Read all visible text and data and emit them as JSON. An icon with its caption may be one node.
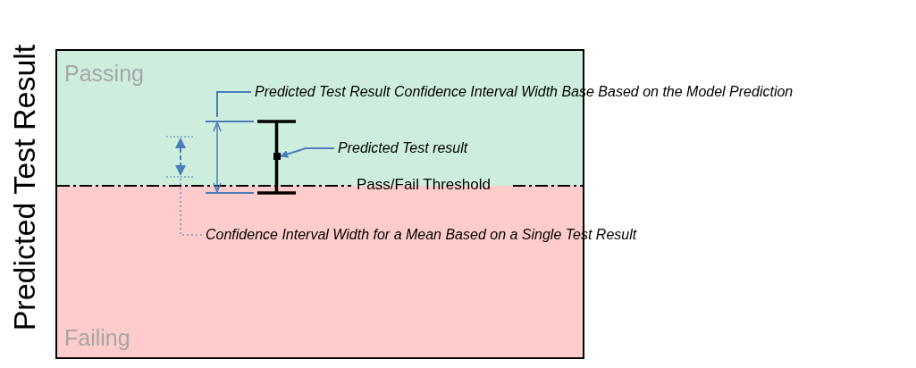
{
  "diagram": {
    "nodes": [
      {
        "text": [
          "Passing"
        ]
      },
      {
        "text": [
          "Failing"
        ]
      },
      {
        "text": [
          "Predicted Test Result Confidence Interval Width Base Based on the Model Prediction"
        ]
      },
      {
        "text": [],
        "shape": "bar",
        "in": 0
      },
      {
        "text": [],
        "shape": "bar"
      },
      {
        "text": [],
        "shape": "bar"
      },
      {
        "text": [],
        "shape": "box",
        "in": 5
      },
      {
        "text": [
          "Predicted Test result"
        ],
        "in": 0
      },
      {
        "text": [
          "Confidence Interval Width for a Mean Based on a Single Test Result"
        ]
      }
    ],
    "edges": [
      {
        "from": 2,
        "to": 4,
        "arrow": "none"
      },
      {
        "from": 7,
        "to": 6,
        "arrow": "to"
      },
      {
        "from": 8,
        "to": 3,
        "arrow": "none",
        "style": "dashed"
      }
    ],
    "labels": [
      "Predicted Test Result",
      "Pass/Fail Threshold"
    ]
  }
}
